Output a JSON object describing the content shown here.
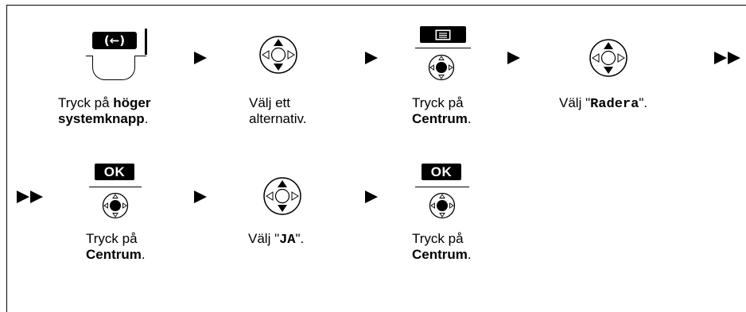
{
  "steps": [
    {
      "caption_prefix": "Tryck på ",
      "caption_bold": "höger systemknapp",
      "caption_suffix": "."
    },
    {
      "caption": "Välj ett alternativ."
    },
    {
      "caption_prefix": "Tryck på ",
      "caption_bold": "Centrum",
      "caption_suffix": "."
    },
    {
      "caption_prefix": "Välj \"",
      "caption_mono": "Radera",
      "caption_suffix": "\"."
    },
    {
      "caption_prefix": "Tryck på ",
      "caption_bold": "Centrum",
      "caption_suffix": "."
    },
    {
      "caption_prefix": "Välj \"",
      "caption_mono": "JA",
      "caption_suffix": "\"."
    },
    {
      "caption_prefix": "Tryck på ",
      "caption_bold": "Centrum",
      "caption_suffix": "."
    }
  ],
  "ok_label": "OK",
  "softkey_symbol": "(←)",
  "icons": {
    "arrow": "right-triangle",
    "continue": "double-right-triangle",
    "nav_updown": "navigator-up-down-highlighted",
    "nav_center": "navigator-center-pressed",
    "menu": "menu-list-icon"
  }
}
